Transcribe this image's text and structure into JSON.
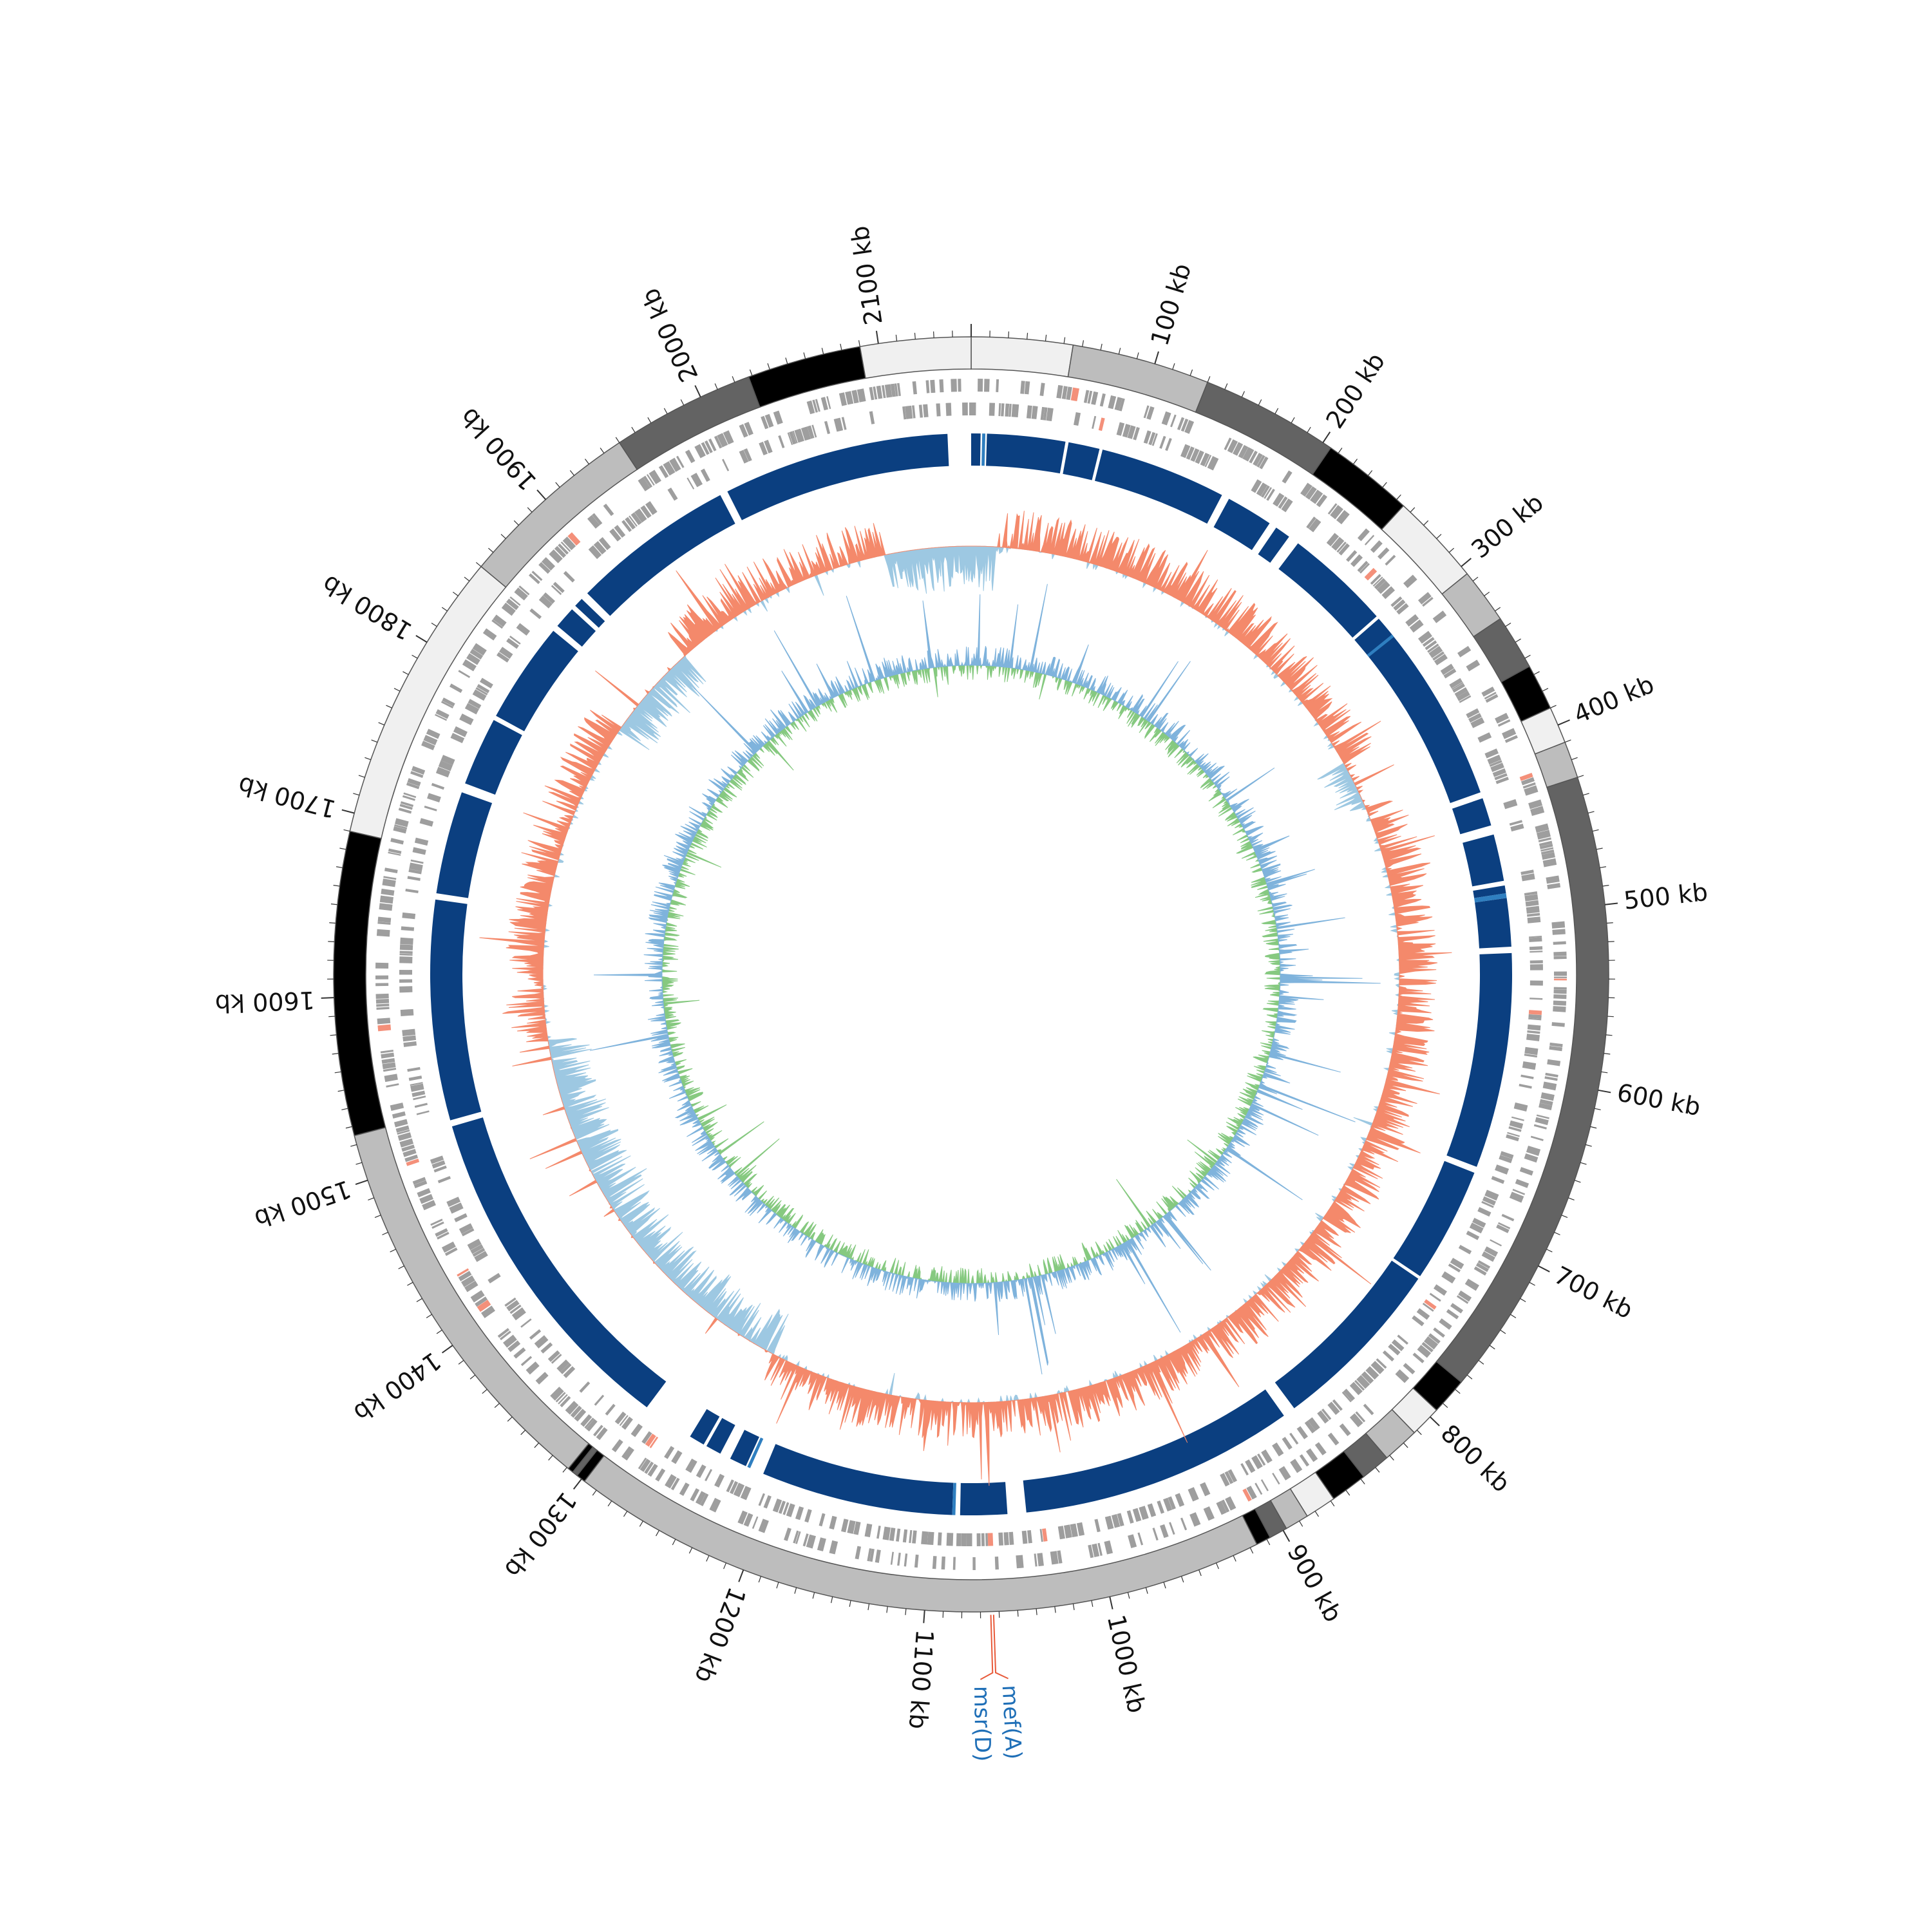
{
  "genome": {
    "length_kb": 2150,
    "tick_labels": [
      "100 kb",
      "200 kb",
      "300 kb",
      "400 kb",
      "500 kb",
      "600 kb",
      "700 kb",
      "800 kb",
      "900 kb",
      "1000 kb",
      "1100 kb",
      "1200 kb",
      "1300 kb",
      "1400 kb",
      "1500 kb",
      "1600 kb",
      "1700 kb",
      "1800 kb",
      "1900 kb",
      "2000 kb",
      "2100 kb"
    ],
    "tick_values_kb": [
      100,
      200,
      300,
      400,
      500,
      600,
      700,
      800,
      900,
      1000,
      1100,
      1200,
      1300,
      1400,
      1500,
      1600,
      1700,
      1800,
      1900,
      2000,
      2100
    ]
  },
  "contigs": [
    {
      "start": 0,
      "end": 55,
      "shade": "#f0f0f0"
    },
    {
      "start": 55,
      "end": 130,
      "shade": "#bdbdbd"
    },
    {
      "start": 130,
      "end": 205,
      "shade": "#636363"
    },
    {
      "start": 205,
      "end": 255,
      "shade": "#000000"
    },
    {
      "start": 255,
      "end": 305,
      "shade": "#f0f0f0"
    },
    {
      "start": 305,
      "end": 335,
      "shade": "#bdbdbd"
    },
    {
      "start": 335,
      "end": 365,
      "shade": "#636363"
    },
    {
      "start": 365,
      "end": 390,
      "shade": "#000000"
    },
    {
      "start": 390,
      "end": 410,
      "shade": "#f0f0f0"
    },
    {
      "start": 410,
      "end": 430,
      "shade": "#bdbdbd"
    },
    {
      "start": 430,
      "end": 775,
      "shade": "#636363"
    },
    {
      "start": 775,
      "end": 795,
      "shade": "#000000"
    },
    {
      "start": 795,
      "end": 812,
      "shade": "#f0f0f0"
    },
    {
      "start": 812,
      "end": 832,
      "shade": "#bdbdbd"
    },
    {
      "start": 832,
      "end": 848,
      "shade": "#636363"
    },
    {
      "start": 848,
      "end": 868,
      "shade": "#000000"
    },
    {
      "start": 868,
      "end": 885,
      "shade": "#f0f0f0"
    },
    {
      "start": 885,
      "end": 898,
      "shade": "#bdbdbd"
    },
    {
      "start": 898,
      "end": 908,
      "shade": "#636363"
    },
    {
      "start": 908,
      "end": 916,
      "shade": "#000000"
    },
    {
      "start": 916,
      "end": 1298,
      "shade": "#bdbdbd"
    },
    {
      "start": 1298,
      "end": 1303,
      "shade": "#000000"
    },
    {
      "start": 1303,
      "end": 1306,
      "shade": "#636363"
    },
    {
      "start": 1306,
      "end": 1309,
      "shade": "#000000"
    },
    {
      "start": 1309,
      "end": 1525,
      "shade": "#bdbdbd"
    },
    {
      "start": 1525,
      "end": 1690,
      "shade": "#000000"
    },
    {
      "start": 1690,
      "end": 1850,
      "shade": "#f0f0f0"
    },
    {
      "start": 1850,
      "end": 1950,
      "shade": "#bdbdbd"
    },
    {
      "start": 1950,
      "end": 2028,
      "shade": "#636363"
    },
    {
      "start": 2028,
      "end": 2090,
      "shade": "#000000"
    },
    {
      "start": 2090,
      "end": 2150,
      "shade": "#f0f0f0"
    }
  ],
  "alignment_blocks": [
    {
      "start": 0,
      "end": 6
    },
    {
      "start": 10,
      "end": 60
    },
    {
      "start": 62,
      "end": 82
    },
    {
      "start": 84,
      "end": 165
    },
    {
      "start": 170,
      "end": 200
    },
    {
      "start": 205,
      "end": 215
    },
    {
      "start": 222,
      "end": 290
    },
    {
      "start": 292,
      "end": 420
    },
    {
      "start": 424,
      "end": 442
    },
    {
      "start": 448,
      "end": 478
    },
    {
      "start": 481,
      "end": 486
    },
    {
      "start": 489,
      "end": 520
    },
    {
      "start": 524,
      "end": 662
    },
    {
      "start": 666,
      "end": 740
    },
    {
      "start": 742,
      "end": 856
    },
    {
      "start": 864,
      "end": 1040
    },
    {
      "start": 1052,
      "end": 1082
    },
    {
      "start": 1087,
      "end": 1210
    },
    {
      "start": 1222,
      "end": 1233
    },
    {
      "start": 1240,
      "end": 1250
    },
    {
      "start": 1252,
      "end": 1262
    },
    {
      "start": 1295,
      "end": 1515
    },
    {
      "start": 1519,
      "end": 1660
    },
    {
      "start": 1664,
      "end": 1730
    },
    {
      "start": 1736,
      "end": 1780
    },
    {
      "start": 1783,
      "end": 1848
    },
    {
      "start": 1852,
      "end": 1866
    },
    {
      "start": 1869,
      "end": 1875
    },
    {
      "start": 1880,
      "end": 1985
    },
    {
      "start": 1990,
      "end": 2135
    }
  ],
  "resistance_genes": [
    {
      "name": "mef(A)",
      "position_kb": 1063,
      "color": "#1f6fb7"
    },
    {
      "name": "msr(D)",
      "position_kb": 1064.5,
      "color": "#1f6fb7"
    }
  ],
  "colors": {
    "alignment": "#0b3f80",
    "alignment_light": "#2f7fc0",
    "cds": "#9e9e9e",
    "cds_red": "#f4907a",
    "gc_content_high": "#f4896b",
    "gc_content_low": "#9dc8e2",
    "gc_skew_positive": "#86c980",
    "gc_skew_negative": "#7fb3dc",
    "label_line": "#e85a3a"
  }
}
